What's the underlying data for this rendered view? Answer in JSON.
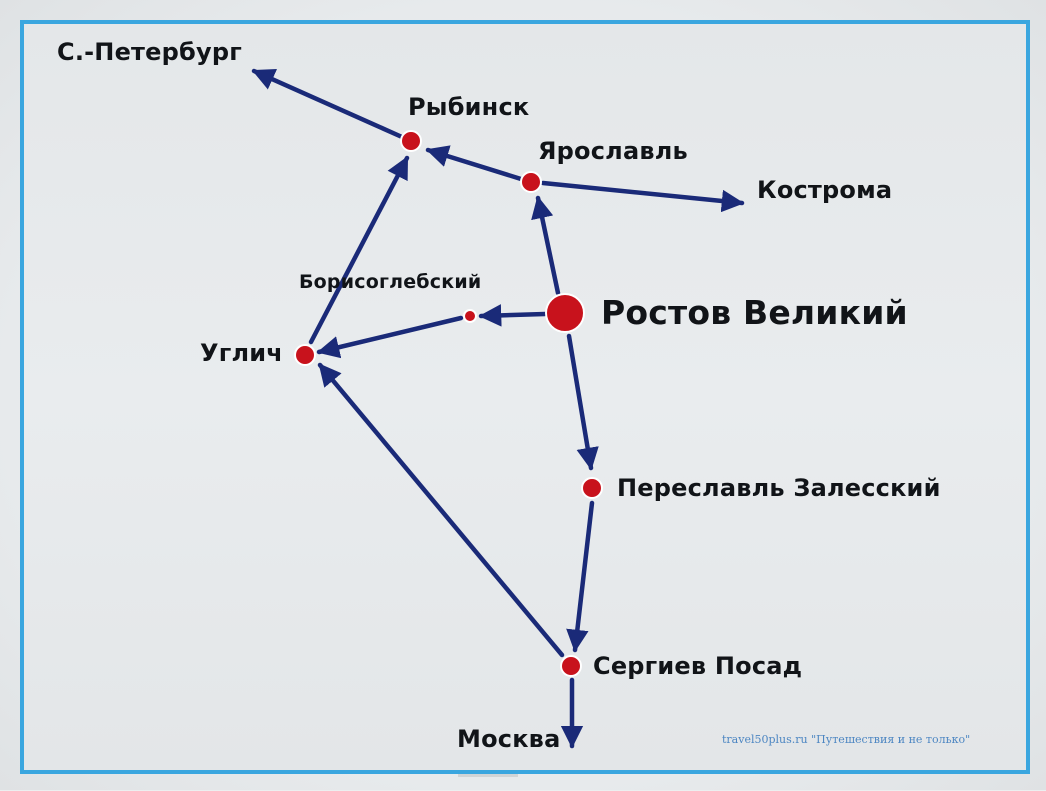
{
  "map": {
    "cities": [
      {
        "id": "spb",
        "label": "С.-Петербург"
      },
      {
        "id": "rybinsk",
        "label": "Рыбинск"
      },
      {
        "id": "yaroslavl",
        "label": "Ярославль"
      },
      {
        "id": "kostroma",
        "label": "Кострома"
      },
      {
        "id": "borisoglebsky",
        "label": "Борисоглебский"
      },
      {
        "id": "rostov",
        "label": "Ростов Великий"
      },
      {
        "id": "uglich",
        "label": "Углич"
      },
      {
        "id": "pereslavl",
        "label": "Переславль Залесский"
      },
      {
        "id": "sergiev",
        "label": "Сергиев Посад"
      },
      {
        "id": "moskva",
        "label": "Москва"
      }
    ],
    "routes": [
      {
        "from": "Рыбинск",
        "to": "С.-Петербург"
      },
      {
        "from": "Ярославль",
        "to": "Рыбинск"
      },
      {
        "from": "Ярославль",
        "to": "Кострома"
      },
      {
        "from": "Ростов Великий",
        "to": "Ярославль"
      },
      {
        "from": "Ростов Великий",
        "to": "Борисоглебский"
      },
      {
        "from": "Борисоглебский",
        "to": "Углич"
      },
      {
        "from": "Углич",
        "to": "Рыбинск"
      },
      {
        "from": "Ростов Великий",
        "to": "Переславль Залесский"
      },
      {
        "from": "Переславль Залесский",
        "to": "Сергиев Посад"
      },
      {
        "from": "Сергиев Посад",
        "to": "Углич"
      },
      {
        "from": "Сергиев Посад",
        "to": "Москва"
      }
    ]
  },
  "colors": {
    "route": "#1a2a78",
    "city_dot": "#c8121c",
    "frame": "#3aa6df",
    "label": "#111418",
    "watermark": "#4d86c2"
  },
  "watermark": "travel50plus.ru \"Путешествия и не только\""
}
